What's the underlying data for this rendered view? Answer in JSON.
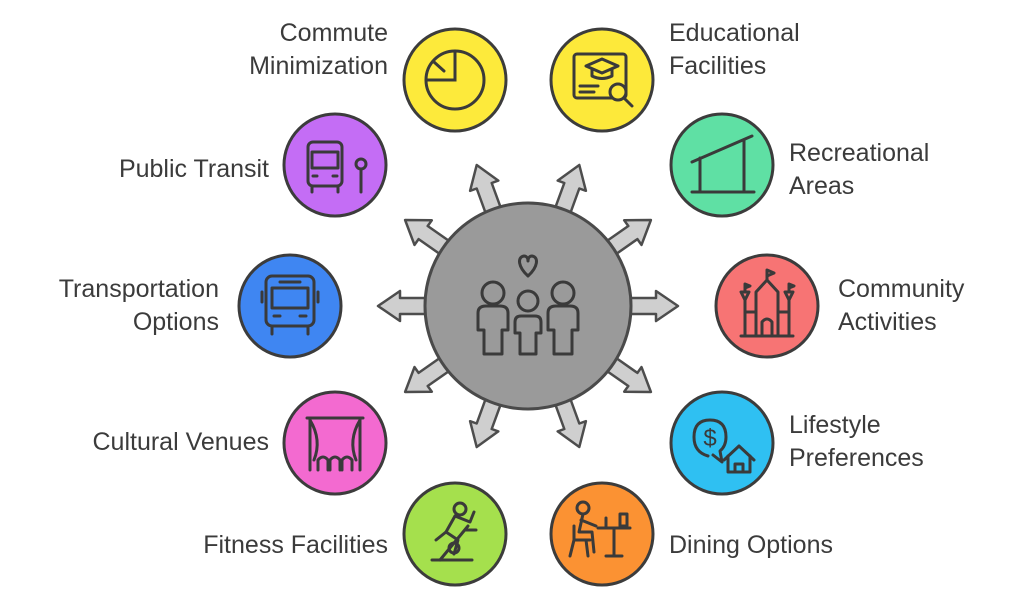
{
  "center": {
    "icon": "family-heart-icon",
    "color": "#9a9a9a"
  },
  "nodes": [
    {
      "id": "commute-minimization",
      "lines": [
        "Commute",
        "Minimization"
      ],
      "icon": "pie-chart-icon",
      "color": "#fdea3b"
    },
    {
      "id": "educational-facilities",
      "lines": [
        "Educational",
        "Facilities"
      ],
      "icon": "online-education-icon",
      "color": "#fde93a"
    },
    {
      "id": "public-transit",
      "lines": [
        "Public Transit"
      ],
      "icon": "bus-stop-icon",
      "color": "#c46df5"
    },
    {
      "id": "recreational-areas",
      "lines": [
        "Recreational",
        "Areas"
      ],
      "icon": "shelter-icon",
      "color": "#5fe0a4"
    },
    {
      "id": "transportation-options",
      "lines": [
        "Transportation",
        "Options"
      ],
      "icon": "bus-icon",
      "color": "#3f86f2"
    },
    {
      "id": "community-activities",
      "lines": [
        "Community",
        "Activities"
      ],
      "icon": "castle-icon",
      "color": "#f77474"
    },
    {
      "id": "cultural-venues",
      "lines": [
        "Cultural Venues"
      ],
      "icon": "theater-stage-icon",
      "color": "#f36ad0"
    },
    {
      "id": "lifestyle-preferences",
      "lines": [
        "Lifestyle",
        "Preferences"
      ],
      "icon": "home-finance-icon",
      "color": "#2fc0f2"
    },
    {
      "id": "fitness-facilities",
      "lines": [
        "Fitness Facilities"
      ],
      "icon": "exercise-bike-icon",
      "color": "#a5e04d"
    },
    {
      "id": "dining-options",
      "lines": [
        "Dining Options"
      ],
      "icon": "dining-table-icon",
      "color": "#fb9233"
    }
  ]
}
